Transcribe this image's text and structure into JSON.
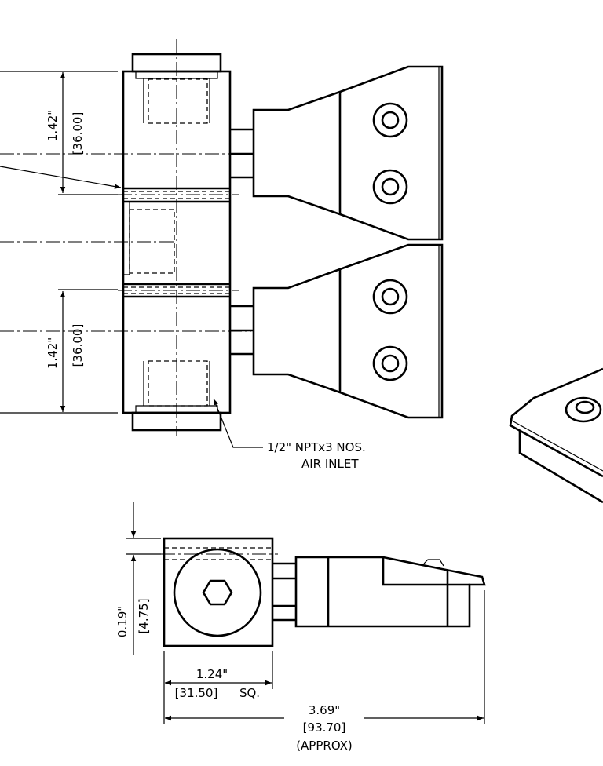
{
  "front_view": {
    "dim_upper": {
      "inch": "1.42\"",
      "mm": "[36.00]"
    },
    "dim_lower": {
      "inch": "1.42\"",
      "mm": "[36.00]"
    },
    "note_line1": "1/2\" NPTx3 NOS.",
    "note_line2": "AIR INLET"
  },
  "side_view": {
    "offset_dim": {
      "inch": "0.19\"",
      "mm": "[4.75]"
    },
    "square_dim": {
      "inch": "1.24\"",
      "mm": "[31.50]",
      "suffix": "SQ."
    },
    "overall_dim": {
      "inch": "3.69\"",
      "mm": "[93.70]",
      "qualifier": "(APPROX)"
    }
  }
}
